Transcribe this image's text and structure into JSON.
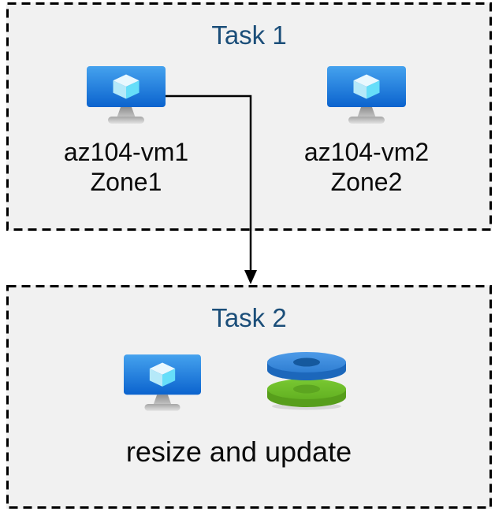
{
  "diagram": {
    "task1": {
      "title": "Task 1",
      "vms": [
        {
          "name": "az104-vm1",
          "zone": "Zone1",
          "icon": "azure-virtual-machine-icon"
        },
        {
          "name": "az104-vm2",
          "zone": "Zone2",
          "icon": "azure-virtual-machine-icon"
        }
      ]
    },
    "task2": {
      "title": "Task 2",
      "caption": "resize and update",
      "icons": [
        "azure-virtual-machine-icon",
        "azure-managed-disks-icon"
      ]
    },
    "connector": {
      "style": "elbow-arrow",
      "from": "az104-vm1",
      "to": "Task 2"
    }
  },
  "colors": {
    "title_text": "#1B4E79",
    "label_text": "#0A0A0A",
    "box_background": "#F1F1F1",
    "box_border": "#000000",
    "arrow": "#000000",
    "monitor_blue_top": "#45A2EE",
    "monitor_blue_bottom": "#0B63CE",
    "cube_top": "#E9F8FE",
    "cube_left": "#B5E9F9",
    "cube_right": "#66DEF9",
    "disk_blue_top": "#3D8EE0",
    "disk_blue_side": "#1C67BB",
    "disk_green_top": "#6CBE29",
    "disk_green_side": "#579E1B"
  }
}
